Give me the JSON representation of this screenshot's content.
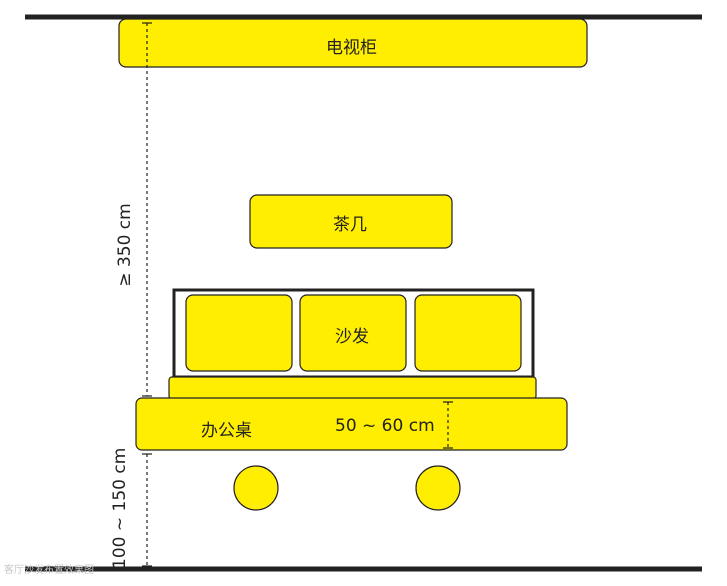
{
  "colors": {
    "fill": "#ffee00",
    "stroke": "#222222"
  },
  "labels": {
    "tv_cabinet": "电视柜",
    "coffee_table": "茶几",
    "sofa": "沙发",
    "desk": "办公桌",
    "depth": "50 ~ 60 cm",
    "upper_distance": "≥ 350 cm",
    "lower_distance": "100 ~ 150 cm"
  },
  "watermark": "客厅沙发布置效果图"
}
